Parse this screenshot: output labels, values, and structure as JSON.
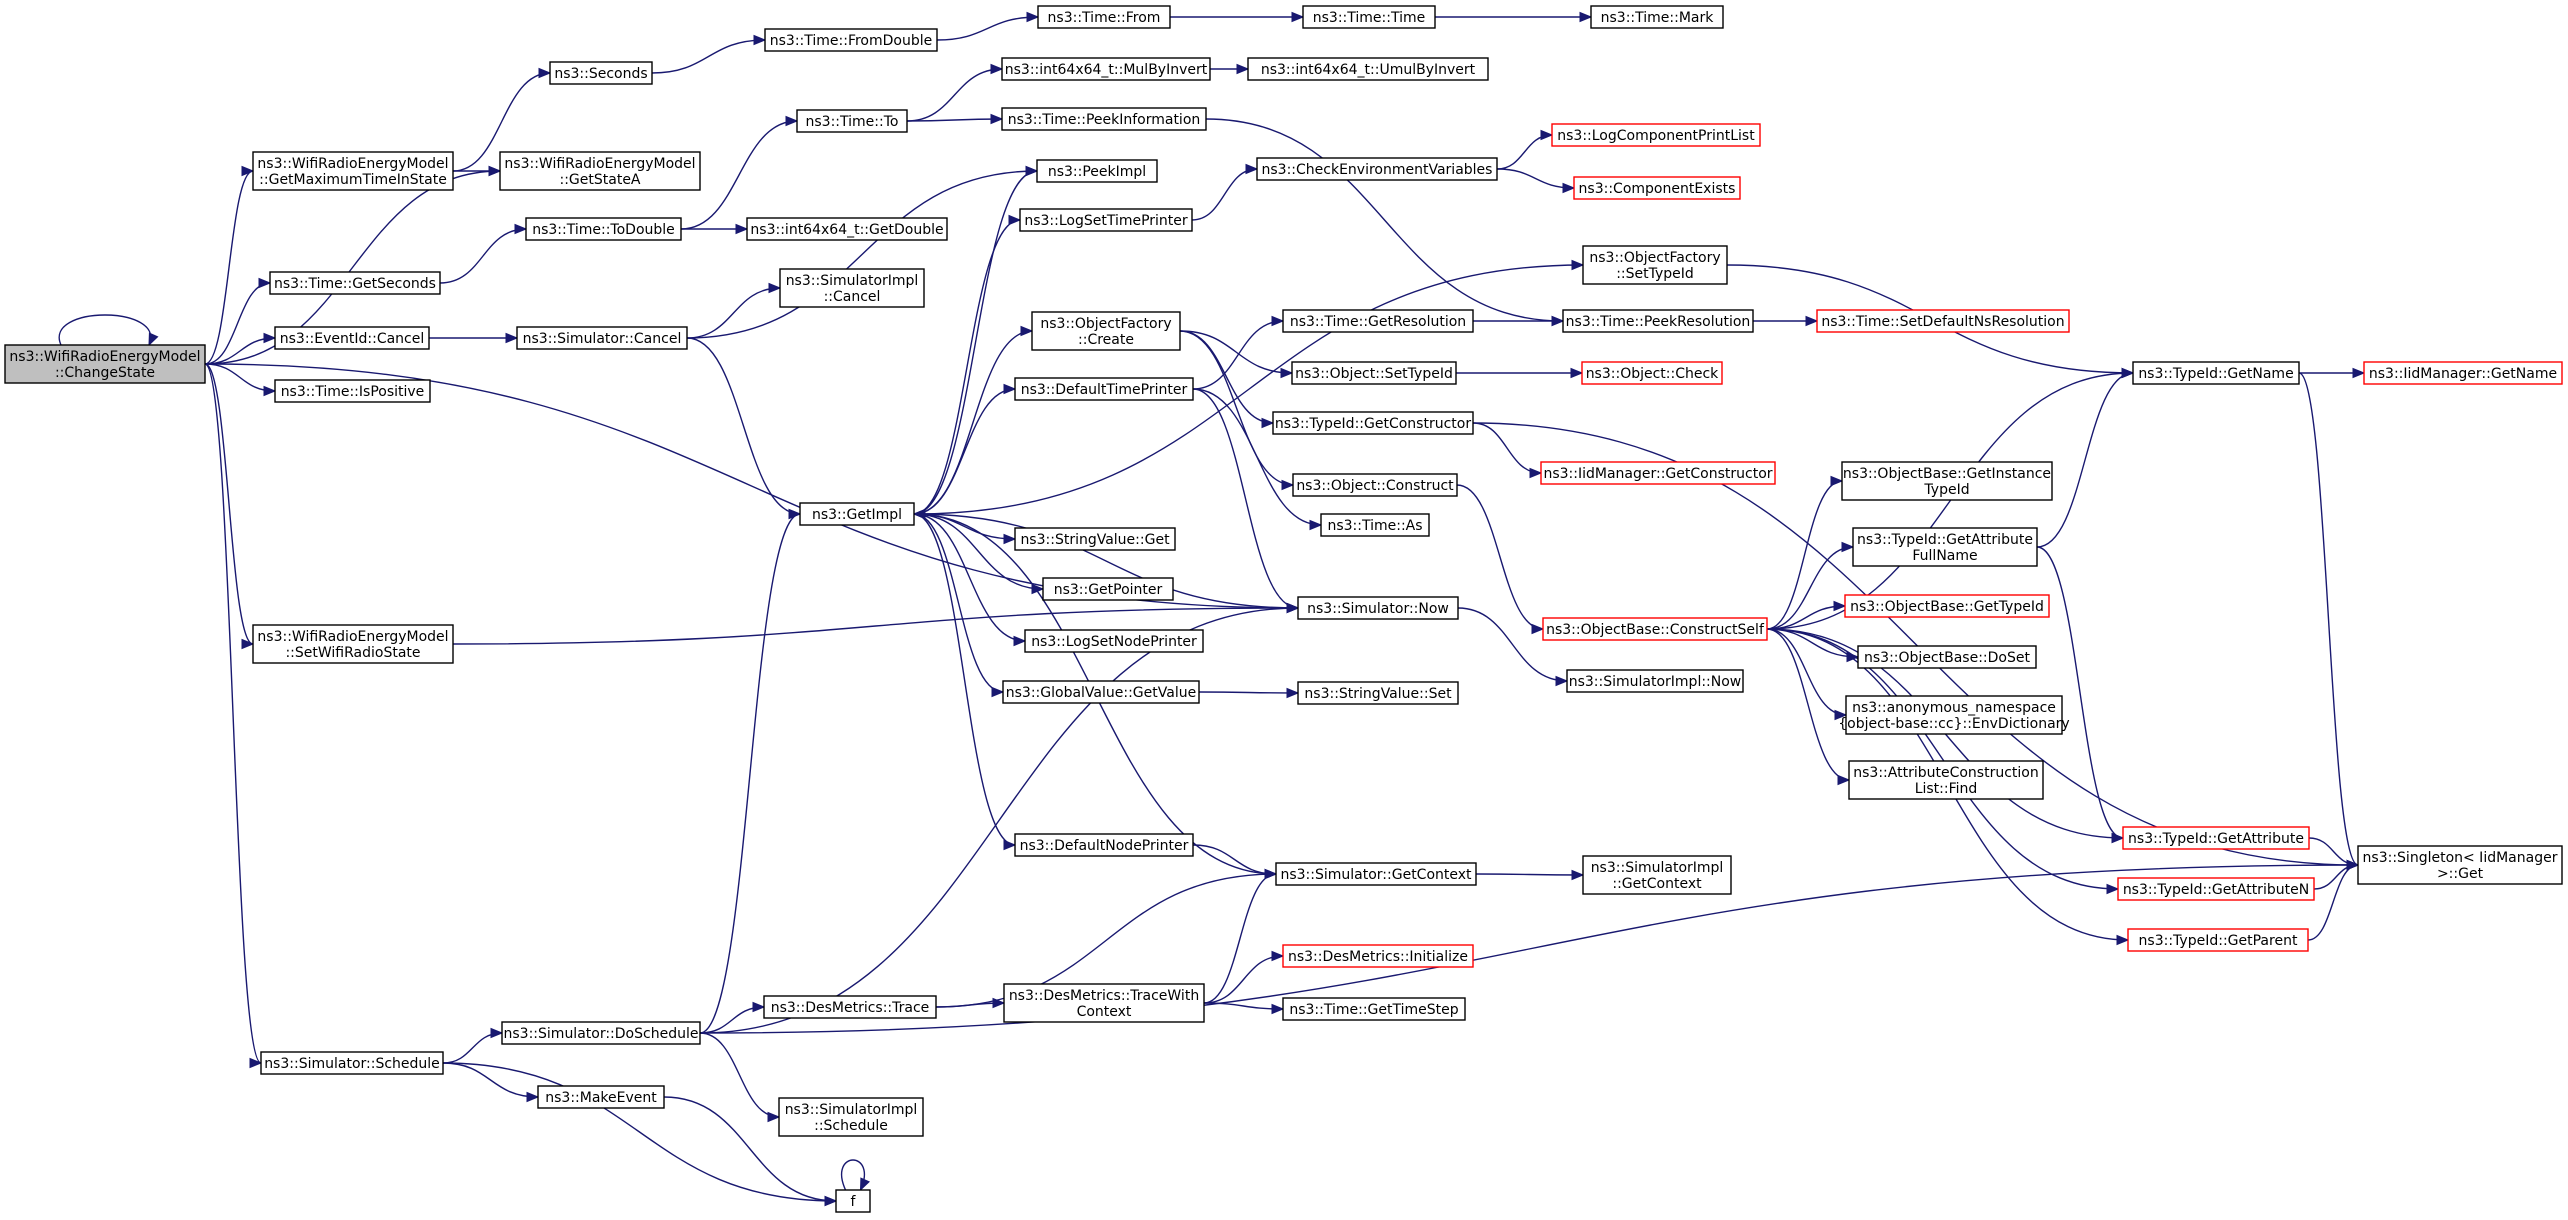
{
  "colors": {
    "edge": "#191970",
    "border": "#000000",
    "border_missing": "#ff0000",
    "root_fill": "#bfbfbf"
  },
  "nodes": [
    {
      "id": "root",
      "lines": [
        "ns3::WifiRadioEnergyModel",
        "::ChangeState"
      ],
      "root": true
    },
    {
      "id": "getMaxTime",
      "lines": [
        "ns3::WifiRadioEnergyModel",
        "::GetMaximumTimeInState"
      ]
    },
    {
      "id": "getStateA",
      "lines": [
        "ns3::WifiRadioEnergyModel",
        "::GetStateA"
      ]
    },
    {
      "id": "seconds",
      "lines": [
        "ns3::Seconds"
      ]
    },
    {
      "id": "fromDouble",
      "lines": [
        "ns3::Time::FromDouble"
      ]
    },
    {
      "id": "from",
      "lines": [
        "ns3::Time::From"
      ]
    },
    {
      "id": "timeTime",
      "lines": [
        "ns3::Time::Time"
      ]
    },
    {
      "id": "mark",
      "lines": [
        "ns3::Time::Mark"
      ]
    },
    {
      "id": "mulByInvert",
      "lines": [
        "ns3::int64x64_t::MulByInvert"
      ]
    },
    {
      "id": "umulByInvert",
      "lines": [
        "ns3::int64x64_t::UmulByInvert"
      ]
    },
    {
      "id": "timeTo",
      "lines": [
        "ns3::Time::To"
      ]
    },
    {
      "id": "peekInfo",
      "lines": [
        "ns3::Time::PeekInformation"
      ]
    },
    {
      "id": "logCompPrint",
      "lines": [
        "ns3::LogComponentPrintList"
      ],
      "red": true
    },
    {
      "id": "checkEnv",
      "lines": [
        "ns3::CheckEnvironmentVariables"
      ]
    },
    {
      "id": "compExists",
      "lines": [
        "ns3::ComponentExists"
      ],
      "red": true
    },
    {
      "id": "peekImpl",
      "lines": [
        "ns3::PeekImpl"
      ]
    },
    {
      "id": "logSetTime",
      "lines": [
        "ns3::LogSetTimePrinter"
      ]
    },
    {
      "id": "toDouble",
      "lines": [
        "ns3::Time::ToDouble"
      ]
    },
    {
      "id": "int64GetDouble",
      "lines": [
        "ns3::int64x64_t::GetDouble"
      ]
    },
    {
      "id": "getSeconds",
      "lines": [
        "ns3::Time::GetSeconds"
      ]
    },
    {
      "id": "simImplCancel",
      "lines": [
        "ns3::SimulatorImpl",
        "::Cancel"
      ]
    },
    {
      "id": "ofSetTypeId",
      "lines": [
        "ns3::ObjectFactory",
        "::SetTypeId"
      ]
    },
    {
      "id": "ofCreate",
      "lines": [
        "ns3::ObjectFactory",
        "::Create"
      ]
    },
    {
      "id": "getResolution",
      "lines": [
        "ns3::Time::GetResolution"
      ]
    },
    {
      "id": "peekResolution",
      "lines": [
        "ns3::Time::PeekResolution"
      ]
    },
    {
      "id": "setDefaultNsRes",
      "lines": [
        "ns3::Time::SetDefaultNsResolution"
      ],
      "red": true
    },
    {
      "id": "eventIdCancel",
      "lines": [
        "ns3::EventId::Cancel"
      ]
    },
    {
      "id": "simCancel",
      "lines": [
        "ns3::Simulator::Cancel"
      ]
    },
    {
      "id": "objSetTypeId",
      "lines": [
        "ns3::Object::SetTypeId"
      ]
    },
    {
      "id": "objCheck",
      "lines": [
        "ns3::Object::Check"
      ],
      "red": true
    },
    {
      "id": "isPositive",
      "lines": [
        "ns3::Time::IsPositive"
      ]
    },
    {
      "id": "defTimePrinter",
      "lines": [
        "ns3::DefaultTimePrinter"
      ]
    },
    {
      "id": "typeIdGetName",
      "lines": [
        "ns3::TypeId::GetName"
      ]
    },
    {
      "id": "iidGetName",
      "lines": [
        "ns3::IidManager::GetName"
      ],
      "red": true
    },
    {
      "id": "typeIdGetCtor",
      "lines": [
        "ns3::TypeId::GetConstructor"
      ]
    },
    {
      "id": "iidGetCtor",
      "lines": [
        "ns3::IidManager::GetConstructor"
      ],
      "red": true
    },
    {
      "id": "objConstruct",
      "lines": [
        "ns3::Object::Construct"
      ]
    },
    {
      "id": "getImpl",
      "lines": [
        "ns3::GetImpl"
      ]
    },
    {
      "id": "timeAs",
      "lines": [
        "ns3::Time::As"
      ]
    },
    {
      "id": "obGetInstance",
      "lines": [
        "ns3::ObjectBase::GetInstance",
        "TypeId"
      ]
    },
    {
      "id": "strValGet",
      "lines": [
        "ns3::StringValue::Get"
      ]
    },
    {
      "id": "tidGetAttrFull",
      "lines": [
        "ns3::TypeId::GetAttribute",
        "FullName"
      ]
    },
    {
      "id": "getPointer",
      "lines": [
        "ns3::GetPointer"
      ]
    },
    {
      "id": "simNow",
      "lines": [
        "ns3::Simulator::Now"
      ]
    },
    {
      "id": "constructSelf",
      "lines": [
        "ns3::ObjectBase::ConstructSelf"
      ],
      "red": true
    },
    {
      "id": "obGetTypeId",
      "lines": [
        "ns3::ObjectBase::GetTypeId"
      ],
      "red": true
    },
    {
      "id": "setWifiRadio",
      "lines": [
        "ns3::WifiRadioEnergyModel",
        "::SetWifiRadioState"
      ]
    },
    {
      "id": "logSetNode",
      "lines": [
        "ns3::LogSetNodePrinter"
      ]
    },
    {
      "id": "simImplNow",
      "lines": [
        "ns3::SimulatorImpl::Now"
      ]
    },
    {
      "id": "obDoSet",
      "lines": [
        "ns3::ObjectBase::DoSet"
      ]
    },
    {
      "id": "gvGetValue",
      "lines": [
        "ns3::GlobalValue::GetValue"
      ]
    },
    {
      "id": "strValSet",
      "lines": [
        "ns3::StringValue::Set"
      ]
    },
    {
      "id": "envDict",
      "lines": [
        "ns3::anonymous_namespace",
        "{object-base::cc}::EnvDictionary"
      ]
    },
    {
      "id": "attrConsFind",
      "lines": [
        "ns3::AttributeConstruction",
        "List::Find"
      ]
    },
    {
      "id": "tidGetAttr",
      "lines": [
        "ns3::TypeId::GetAttribute"
      ],
      "red": true
    },
    {
      "id": "singletonGet",
      "lines": [
        "ns3::Singleton< IidManager",
        ">::Get"
      ]
    },
    {
      "id": "defNodePrinter",
      "lines": [
        "ns3::DefaultNodePrinter"
      ]
    },
    {
      "id": "simGetContext",
      "lines": [
        "ns3::Simulator::GetContext"
      ]
    },
    {
      "id": "simImplGetCtx",
      "lines": [
        "ns3::SimulatorImpl",
        "::GetContext"
      ]
    },
    {
      "id": "tidGetAttrN",
      "lines": [
        "ns3::TypeId::GetAttributeN"
      ],
      "red": true
    },
    {
      "id": "tidGetParent",
      "lines": [
        "ns3::TypeId::GetParent"
      ],
      "red": true
    },
    {
      "id": "desInit",
      "lines": [
        "ns3::DesMetrics::Initialize"
      ],
      "red": true
    },
    {
      "id": "desTrace",
      "lines": [
        "ns3::DesMetrics::Trace"
      ]
    },
    {
      "id": "desTraceCtx",
      "lines": [
        "ns3::DesMetrics::TraceWith",
        "Context"
      ]
    },
    {
      "id": "getTimeStep",
      "lines": [
        "ns3::Time::GetTimeStep"
      ]
    },
    {
      "id": "simDoSchedule",
      "lines": [
        "ns3::Simulator::DoSchedule"
      ]
    },
    {
      "id": "simSchedule",
      "lines": [
        "ns3::Simulator::Schedule"
      ]
    },
    {
      "id": "makeEvent",
      "lines": [
        "ns3::MakeEvent"
      ]
    },
    {
      "id": "simImplSchedule",
      "lines": [
        "ns3::SimulatorImpl",
        "::Schedule"
      ]
    },
    {
      "id": "f",
      "lines": [
        "f"
      ]
    }
  ]
}
